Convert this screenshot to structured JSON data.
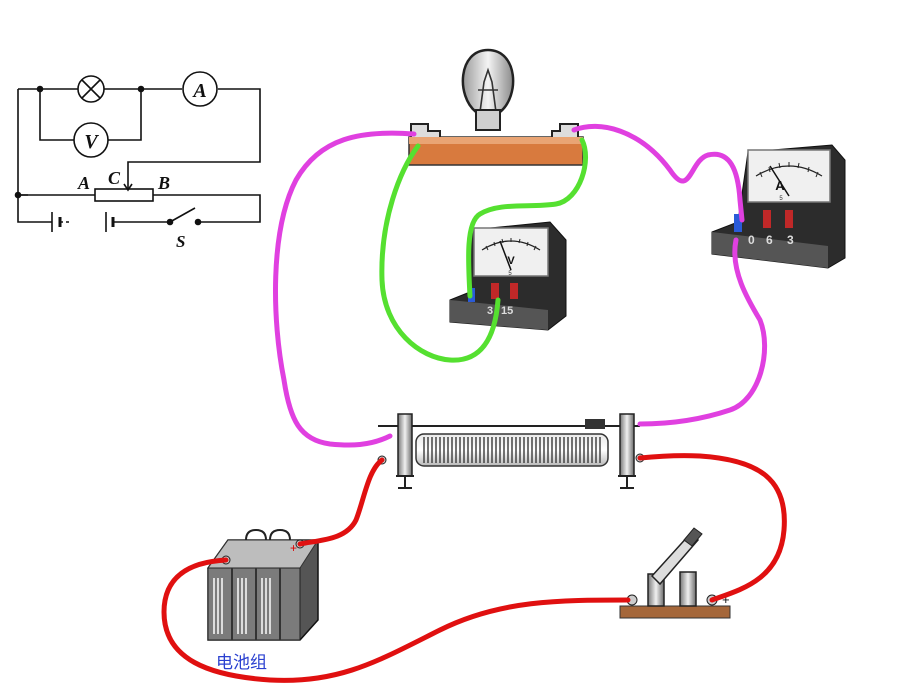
{
  "schematic": {
    "lamp_symbol": "lamp-cross-icon",
    "ammeter_letter": "A",
    "voltmeter_letter": "V",
    "point_a": "A",
    "point_b": "B",
    "point_c": "C",
    "switch_label": "S"
  },
  "apparatus": {
    "voltmeter": {
      "letter": "V",
      "terminals": [
        "3",
        "15"
      ],
      "small_mark": "5"
    },
    "ammeter": {
      "letter": "A",
      "terminals": [
        "0",
        "6",
        "3"
      ],
      "small_mark": "5"
    },
    "battery": {
      "label": "电池组",
      "plus": "+"
    },
    "switch": {
      "plus": "+",
      "minus": "-"
    }
  },
  "wire_colors": {
    "magenta": "#e040e0",
    "green": "#55e030",
    "red": "#e01010"
  }
}
